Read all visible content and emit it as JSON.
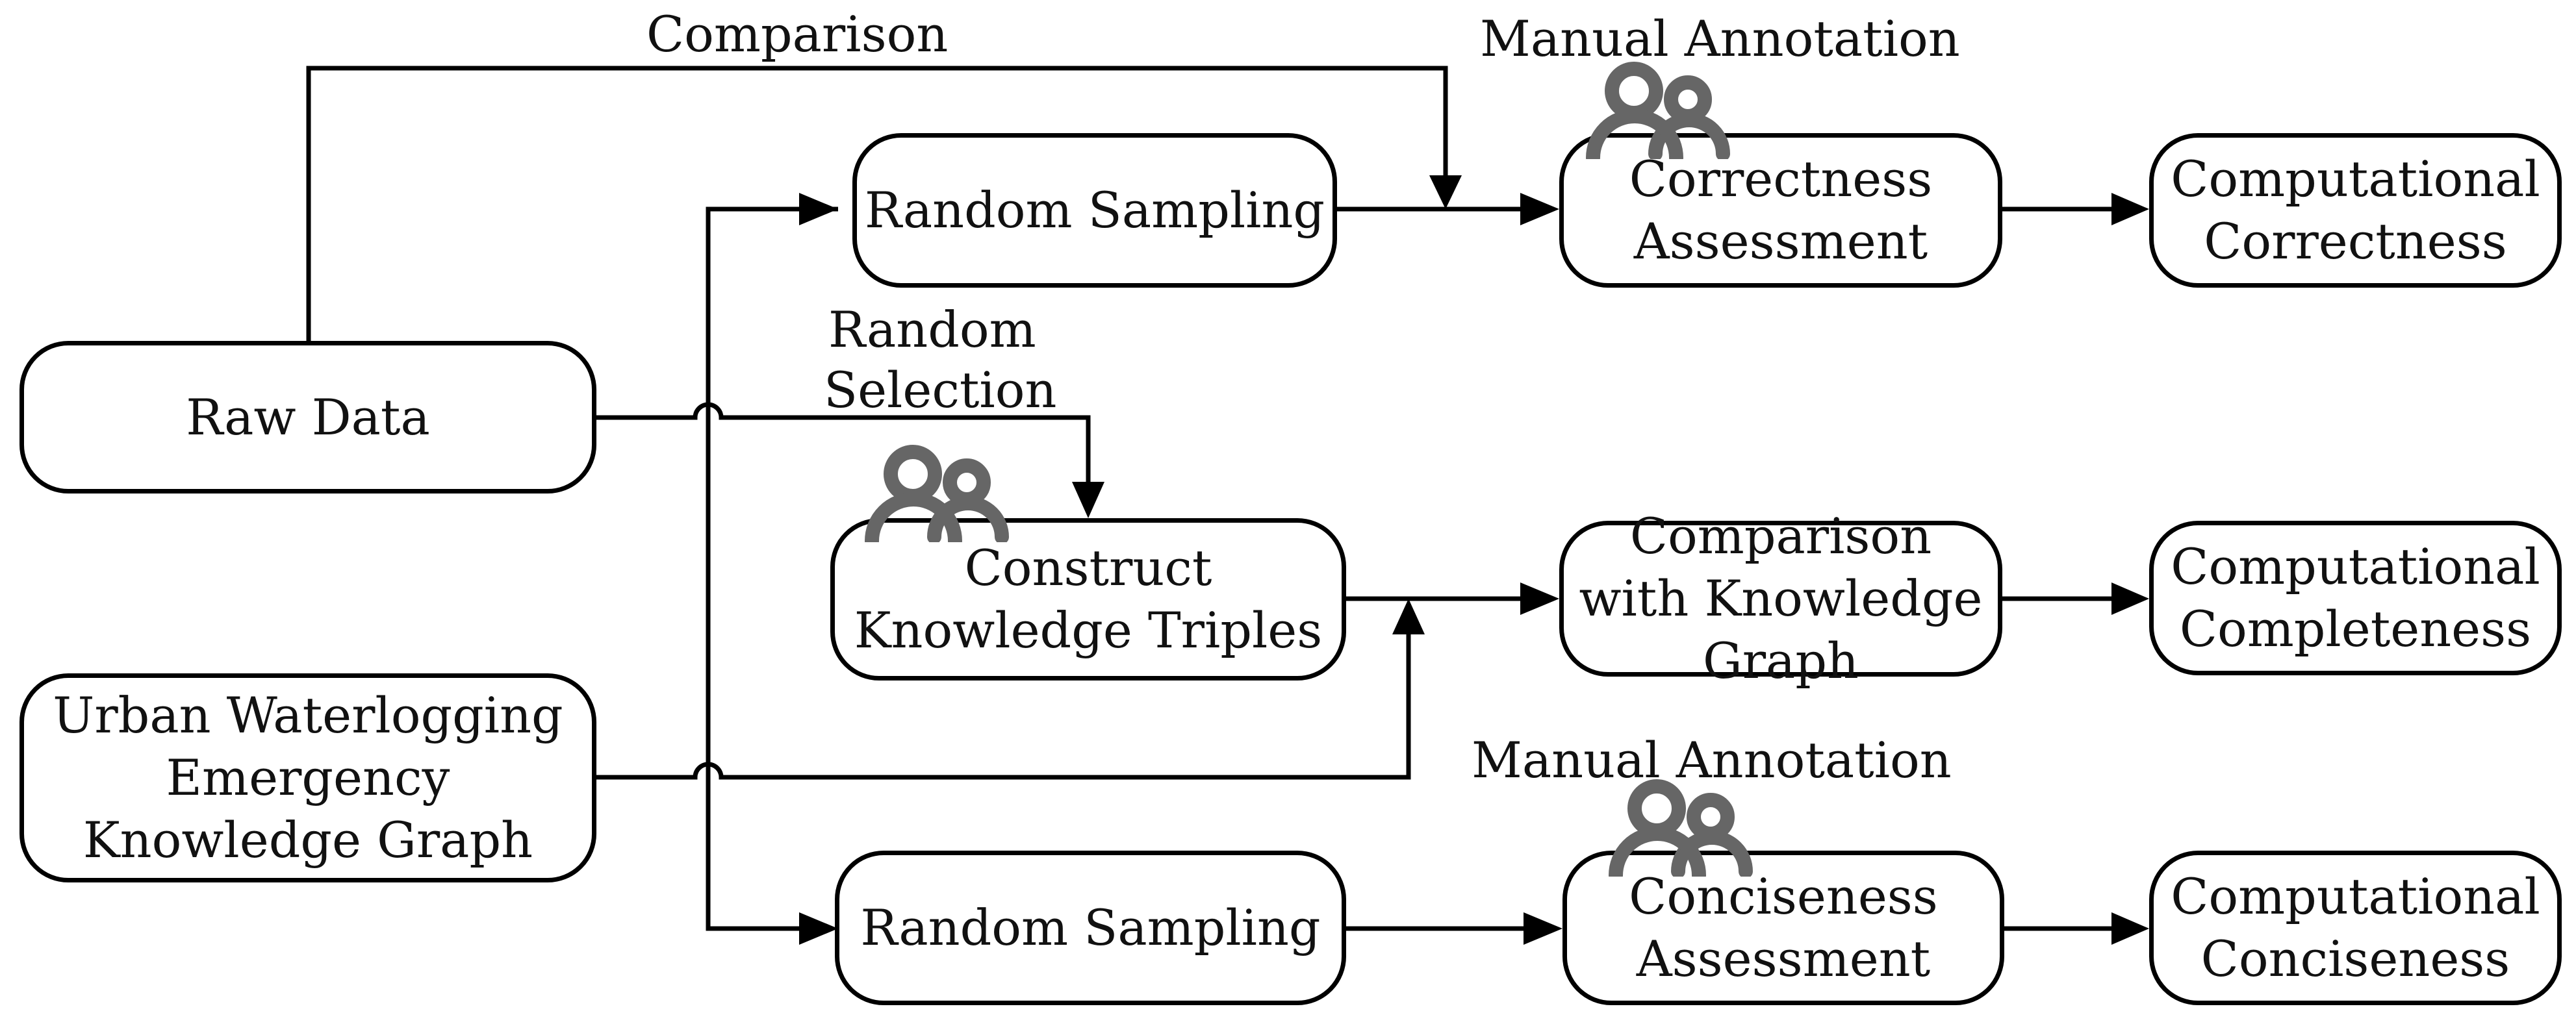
{
  "boxes": {
    "raw_data": "Raw Data",
    "ukg_line1": "Urban Waterlogging",
    "ukg_line2": "Emergency",
    "ukg_line3": "Knowledge Graph",
    "sampling_top": "Random Sampling",
    "sampling_bottom": "Random Sampling",
    "construct_line1": "Construct",
    "construct_line2": "Knowledge Triples",
    "correctness_line1": "Correctness",
    "correctness_line2": "Assessment",
    "comparison_kg_line1": "Comparison",
    "comparison_kg_line2": "with Knowledge",
    "comparison_kg_line3": "Graph",
    "conciseness_line1": "Conciseness",
    "conciseness_line2": "Assessment",
    "comp_correctness_line1": "Computational",
    "comp_correctness_line2": "Correctness",
    "comp_completeness_line1": "Computational",
    "comp_completeness_line2": "Completeness",
    "comp_conciseness_line1": "Computational",
    "comp_conciseness_line2": "Conciseness"
  },
  "labels": {
    "comparison": "Comparison",
    "manual_annotation_top": "Manual Annotation",
    "random": "Random",
    "selection": "Selection",
    "manual_annotation_bottom": "Manual Annotation"
  },
  "icons": {
    "annotator": "people-icon",
    "color": "#666666"
  },
  "colors": {
    "line": "#000000",
    "text": "#111111"
  }
}
